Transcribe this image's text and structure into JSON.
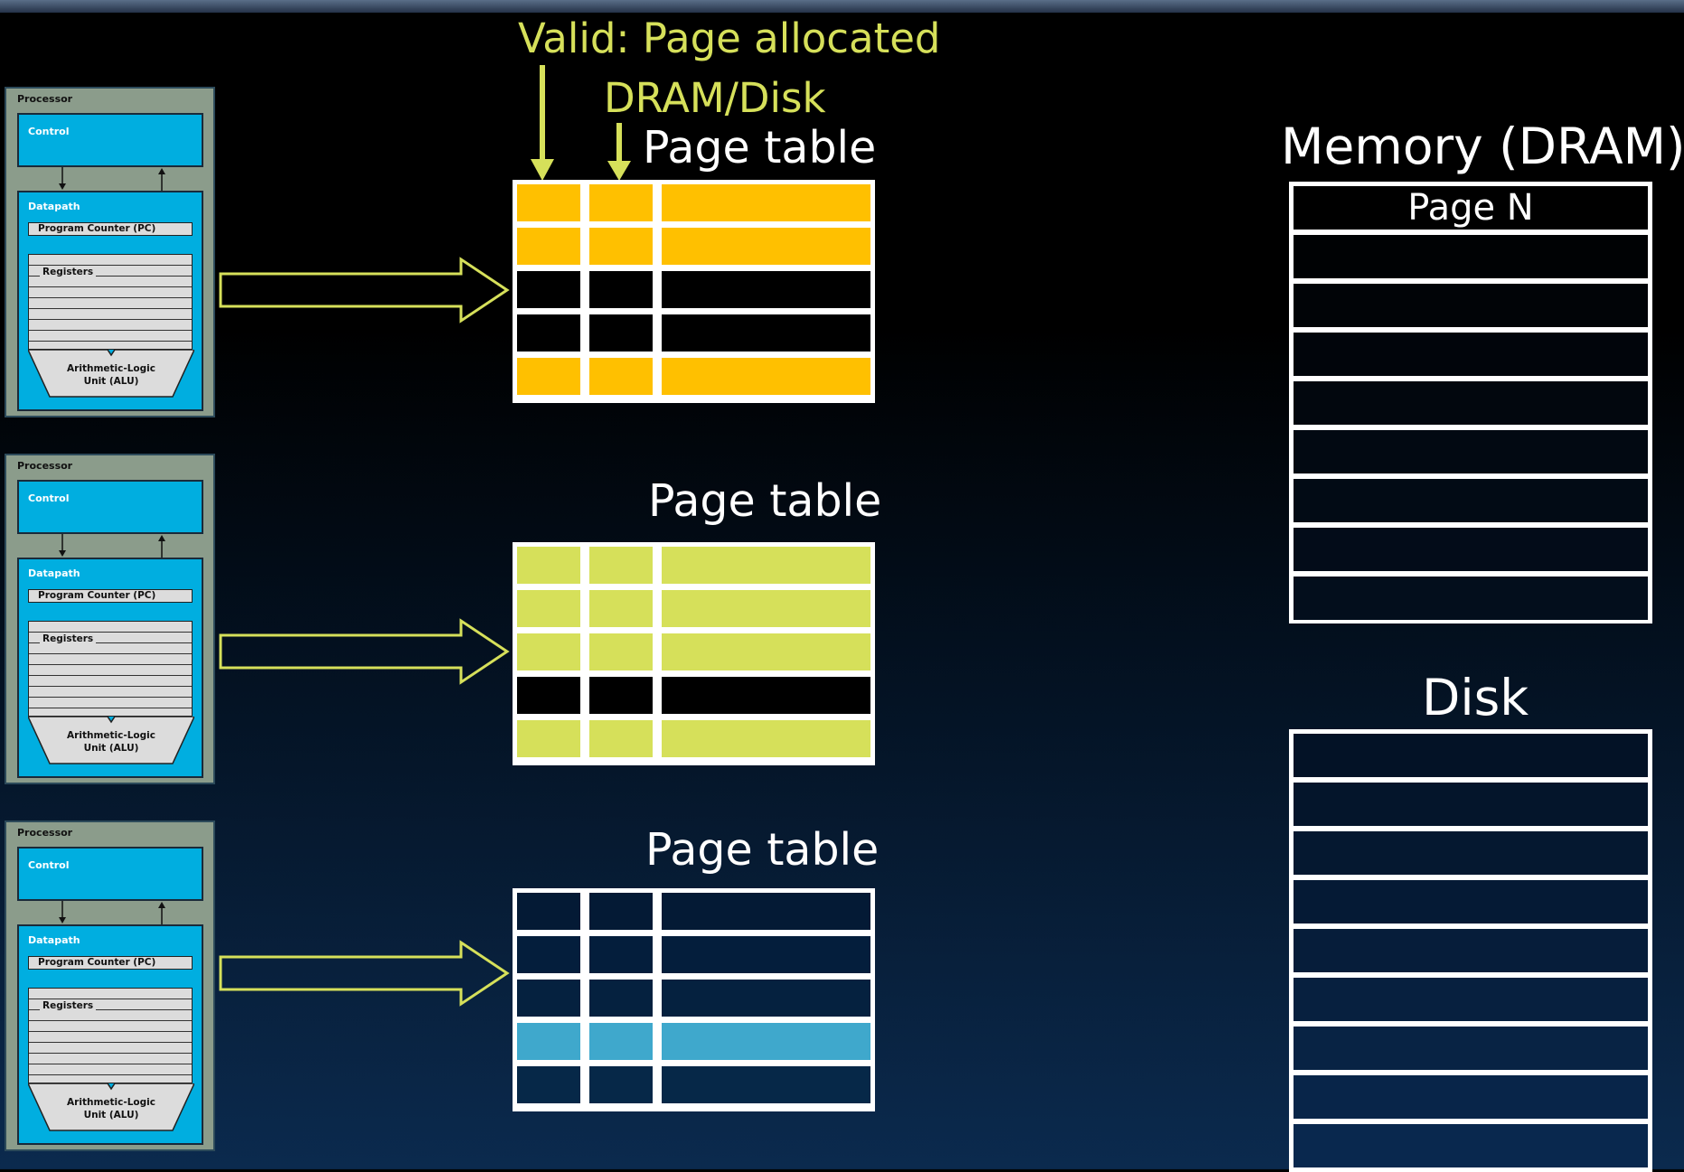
{
  "annotations": {
    "valid": "Valid: Page allocated",
    "dram_disk": "DRAM/Disk"
  },
  "processors": [
    {
      "label": "Processor",
      "control": "Control",
      "datapath": "Datapath",
      "pc": "Program Counter (PC)",
      "registers": "Registers",
      "alu_line1": "Arithmetic-Logic",
      "alu_line2": "Unit (ALU)"
    },
    {
      "label": "Processor",
      "control": "Control",
      "datapath": "Datapath",
      "pc": "Program Counter (PC)",
      "registers": "Registers",
      "alu_line1": "Arithmetic-Logic",
      "alu_line2": "Unit (ALU)"
    },
    {
      "label": "Processor",
      "control": "Control",
      "datapath": "Datapath",
      "pc": "Program Counter (PC)",
      "registers": "Registers",
      "alu_line1": "Arithmetic-Logic",
      "alu_line2": "Unit (ALU)"
    }
  ],
  "page_tables": [
    {
      "title": "Page table",
      "row_colors": [
        "#ffc000",
        "#ffc000",
        "#000000",
        "#000000",
        "#ffc000"
      ]
    },
    {
      "title": "Page table",
      "row_colors": [
        "#d6e05a",
        "#d6e05a",
        "#d6e05a",
        "#000000",
        "#d6e05a"
      ]
    },
    {
      "title": "Page table",
      "row_colors": [
        "#041a35",
        "#041e3c",
        "#05213f",
        "#3fa8cc",
        "#062848"
      ]
    }
  ],
  "memory": {
    "title": "Memory (DRAM)",
    "first_row": "Page N",
    "rows": 9
  },
  "disk": {
    "title": "Disk",
    "rows": 9
  },
  "colors": {
    "arrow": "#d6e05a",
    "allocated": "#ffc000",
    "process2": "#d6e05a",
    "process3": "#3fa8cc"
  }
}
